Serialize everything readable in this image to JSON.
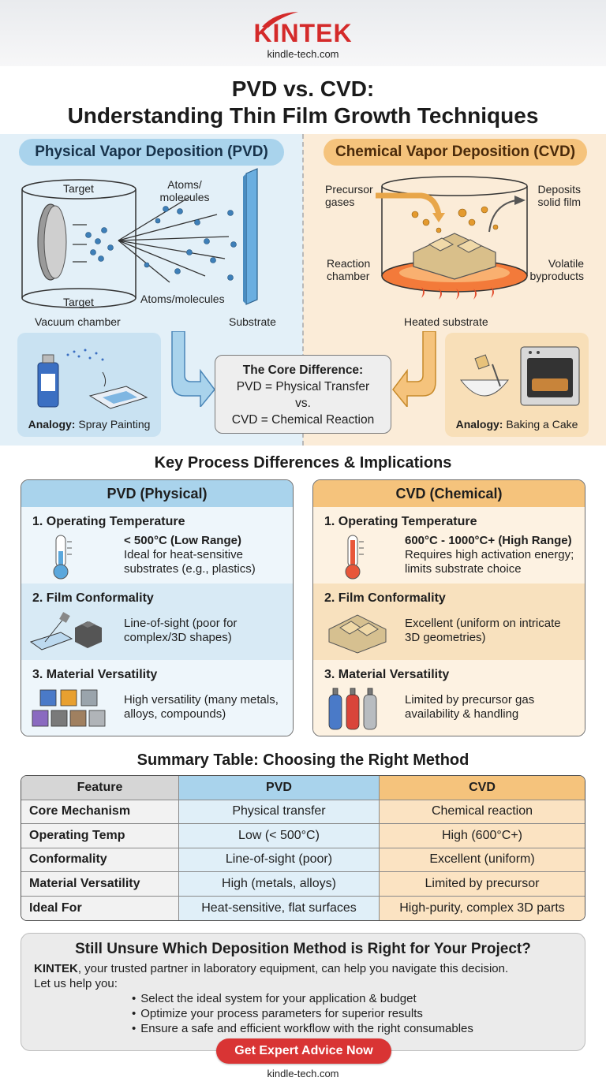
{
  "brand": {
    "logo": "KINTEK",
    "site": "kindle-tech.com"
  },
  "title": {
    "line1": "PVD vs. CVD:",
    "line2": "Understanding Thin Film Growth Techniques"
  },
  "pvd_diagram": {
    "heading": "Physical Vapor Deposition (PVD)",
    "target_top": "Target",
    "target_bottom": "Target",
    "atoms_top": "Atoms/ molecules",
    "atoms_bottom": "Atoms/molecules",
    "chamber": "Vacuum chamber",
    "substrate": "Substrate",
    "analogy_label": "Analogy:",
    "analogy_text": "Spray Painting"
  },
  "cvd_diagram": {
    "heading": "Chemical Vapor Deposition (CVD)",
    "precursor": "Precursor gases",
    "deposits": "Deposits solid film",
    "reaction": "Reaction chamber",
    "volatile": "Volatile byproducts",
    "heated": "Heated substrate",
    "analogy_label": "Analogy:",
    "analogy_text": "Baking a Cake"
  },
  "core": {
    "title": "The Core Difference:",
    "line1": "PVD = Physical Transfer",
    "line2": "vs.",
    "line3": "CVD = Chemical Reaction"
  },
  "key_diff": {
    "title": "Key Process Differences & Implications",
    "pvd": {
      "heading": "PVD (Physical)",
      "rows": [
        {
          "title": "1. Operating Temperature",
          "bold": "< 500°C (Low Range)",
          "text": "Ideal for heat-sensitive substrates (e.g., plastics)"
        },
        {
          "title": "2. Film Conformality",
          "bold": "",
          "text": "Line-of-sight (poor for complex/3D shapes)"
        },
        {
          "title": "3. Material Versatility",
          "bold": "",
          "text": "High versatility (many metals, alloys, compounds)"
        }
      ]
    },
    "cvd": {
      "heading": "CVD (Chemical)",
      "rows": [
        {
          "title": "1. Operating Temperature",
          "bold": "600°C - 1000°C+ (High Range)",
          "text": "Requires high activation energy; limits substrate choice"
        },
        {
          "title": "2. Film Conformality",
          "bold": "",
          "text": "Excellent (uniform on intricate 3D geometries)"
        },
        {
          "title": "3. Material Versatility",
          "bold": "",
          "text": "Limited by precursor gas availability & handling"
        }
      ]
    }
  },
  "summary": {
    "title": "Summary Table: Choosing the Right Method",
    "headers": [
      "Feature",
      "PVD",
      "CVD"
    ],
    "rows": [
      [
        "Core Mechanism",
        "Physical transfer",
        "Chemical reaction"
      ],
      [
        "Operating Temp",
        "Low (< 500°C)",
        "High (600°C+)"
      ],
      [
        "Conformality",
        "Line-of-sight (poor)",
        "Excellent (uniform)"
      ],
      [
        "Material Versatility",
        "High (metals, alloys)",
        "Limited by precursor"
      ],
      [
        "Ideal For",
        "Heat-sensitive, flat surfaces",
        "High-purity, complex 3D parts"
      ]
    ]
  },
  "cta": {
    "title": "Still Unsure Which Deposition Method is Right for Your Project?",
    "brand": "KINTEK",
    "body": ", your trusted partner in laboratory equipment, can help you navigate this decision.",
    "lead": "Let us help you:",
    "bullets": [
      "Select the ideal system for your application & budget",
      "Optimize your process parameters for superior results",
      "Ensure a safe and efficient workflow with the right consumables"
    ],
    "button": "Get Expert Advice Now"
  },
  "colors": {
    "brand_red": "#d42a2a",
    "pvd_blue": "#a9d3ec",
    "cvd_orange": "#f5c37c"
  },
  "icons": [
    "thermometer-icon",
    "spray-icon",
    "cube-icon",
    "gas-cylinder-icon",
    "oven-icon",
    "mixing-bowl-icon"
  ]
}
